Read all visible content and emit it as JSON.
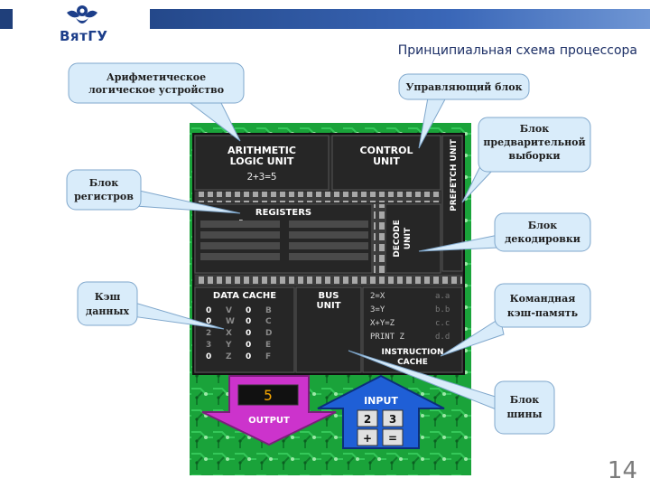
{
  "header": {
    "logo_text": "ВятГУ",
    "title": "Принципиальная схема процессора"
  },
  "page_number": "14",
  "chip": {
    "alu_title_1": "ARITHMETIC",
    "alu_title_2": "LOGIC UNIT",
    "alu_expr": "2+3=5",
    "control_1": "CONTROL",
    "control_2": "UNIT",
    "prefetch": "PREFETCH UNIT",
    "registers_title": "REGISTERS",
    "register_value": "5",
    "decode_1": "DECODE",
    "decode_2": "UNIT",
    "data_cache_title": "DATA CACHE",
    "data_cache_rows": [
      [
        "0",
        "V",
        "0",
        "B"
      ],
      [
        "0",
        "W",
        "0",
        "C"
      ],
      [
        "2",
        "X",
        "0",
        "D"
      ],
      [
        "3",
        "Y",
        "0",
        "E"
      ],
      [
        "0",
        "Z",
        "0",
        "F"
      ]
    ],
    "bus_1": "BUS",
    "bus_2": "UNIT",
    "instructions": [
      [
        "2=X",
        "a.a"
      ],
      [
        "3=Y",
        "b.b"
      ],
      [
        "X+Y=Z",
        "c.c"
      ],
      [
        "PRINT Z",
        "d.d"
      ]
    ],
    "instr_cache_1": "INSTRUCTION",
    "instr_cache_2": "CACHE",
    "output_value": "5",
    "output_label": "OUTPUT",
    "input_label": "INPUT",
    "input_keys": [
      "2",
      "3",
      "+",
      "="
    ]
  },
  "callouts": {
    "alu_1": "Арифметическое",
    "alu_2": "логическое устройство",
    "control": "Управляющий блок",
    "prefetch_1": "Блок",
    "prefetch_2": "предварительной",
    "prefetch_3": "выборки",
    "registers_1": "Блок",
    "registers_2": "регистров",
    "decode_1": "Блок",
    "decode_2": "декодировки",
    "data_cache_1": "Кэш",
    "data_cache_2": "данных",
    "instr_cache_1": "Командная",
    "instr_cache_2": "кэш-память",
    "bus_1": "Блок",
    "bus_2": "шины"
  },
  "colors": {
    "board_green": "#1aa33a",
    "chip_dark": "#2a2a2a",
    "callout_fill": "#d9ecfa",
    "output_magenta": "#cc33cc",
    "input_blue": "#1f5fd6",
    "brand_blue": "#1c3e8a"
  }
}
